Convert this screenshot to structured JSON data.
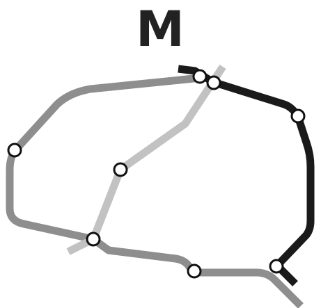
{
  "logo": {
    "text": "M"
  },
  "lines": [
    {
      "id": "mid-gray",
      "color": "#8e8e8e"
    },
    {
      "id": "light-gray",
      "color": "#c2c2c2"
    },
    {
      "id": "black",
      "color": "#1a1a1a"
    }
  ],
  "stations": [
    {
      "id": "top-left-interchange"
    },
    {
      "id": "top-right-interchange"
    },
    {
      "id": "black-line-east-upper"
    },
    {
      "id": "mid-gray-west"
    },
    {
      "id": "light-gray-middle"
    },
    {
      "id": "lower-left-interchange"
    },
    {
      "id": "bottom-middle"
    },
    {
      "id": "bottom-right-interchange"
    }
  ]
}
